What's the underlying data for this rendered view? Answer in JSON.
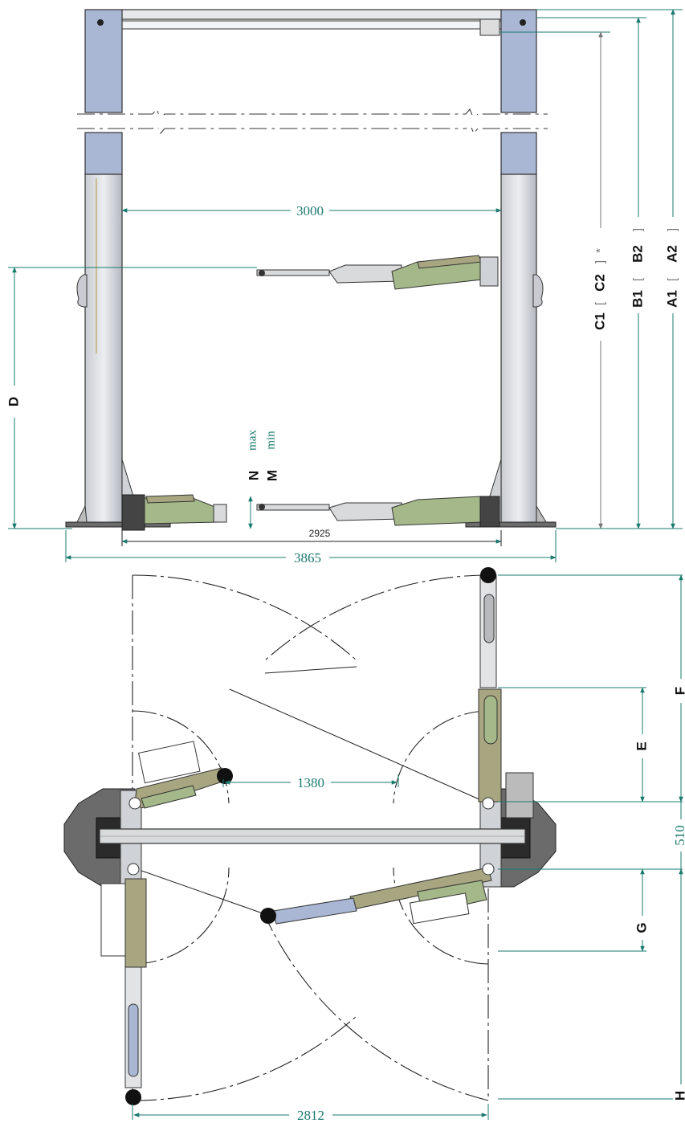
{
  "front_view": {
    "width_between_columns": "3000",
    "base_width": "2925",
    "overall_width": "3865",
    "height_label_d": "D",
    "height_label_n": "N",
    "height_label_m": "M",
    "height_max": "max",
    "height_min": "min",
    "height_c1": "C1",
    "height_c2": "C2",
    "height_c_note": "*",
    "height_b1": "B1",
    "height_b2": "B2",
    "height_a1": "A1",
    "height_a2": "A2",
    "bracket_open": "[",
    "bracket_close": "]"
  },
  "top_view": {
    "arm_reach": "1380",
    "column_offset": "510",
    "overall_depth": "2812",
    "label_e": "E",
    "label_f": "F",
    "label_g": "G",
    "label_h": "H"
  },
  "colors": {
    "dimension": "#1a7a6e",
    "column_blue": "#a9b7d4",
    "column_grey": "#d8dbe0",
    "arm_green": "#a4b889",
    "arm_olive": "#a8a680",
    "baseplate": "#6b6b6b"
  }
}
